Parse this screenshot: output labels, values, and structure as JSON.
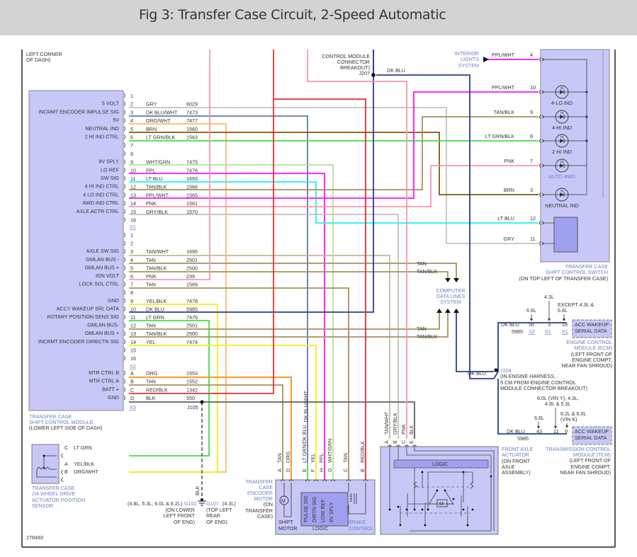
{
  "title": "Fig 3: Transfer Case Circuit, 2-Speed Automatic",
  "figure_number": "278483",
  "notes": {
    "top_left": [
      "LEFT CORNER",
      "OF DASH)"
    ],
    "j207": [
      "CONTROL MODULE",
      "CONNECTOR",
      "BREAKOUT)",
      "J207"
    ],
    "j207_wire": "DK BLU",
    "interior_lights": [
      "INTERIOR",
      "LIGHTS",
      "SYSTEM"
    ]
  },
  "shift_module": {
    "name": [
      "TRANSFER CASE",
      "SHIFT CONTROL MODULE",
      "(LOWER LEFT SIDE OF DASH)"
    ],
    "x1_pins": [
      {
        "pin": "1",
        "color": "",
        "circuit": "",
        "func": ""
      },
      {
        "pin": "2",
        "color": "GRY",
        "circuit": "6029",
        "func": "5 VOLT"
      },
      {
        "pin": "3",
        "color": "DK BLU/WHT",
        "circuit": "7473",
        "func": "INCRMT ENCODER IMPULSE SIG"
      },
      {
        "pin": "4",
        "color": "ORG/WHT",
        "circuit": "7477",
        "func": "5V"
      },
      {
        "pin": "5",
        "color": "BRN",
        "circuit": "1560",
        "func": "NEUTRAL IND"
      },
      {
        "pin": "6",
        "color": "LT GRN/BLK",
        "circuit": "1563",
        "func": "2 HI IND CTRL"
      },
      {
        "pin": "7",
        "color": "",
        "circuit": "",
        "func": ""
      },
      {
        "pin": "8",
        "color": "",
        "circuit": "",
        "func": ""
      },
      {
        "pin": "9",
        "color": "WHT/GRN",
        "circuit": "7475",
        "func": "8V SPLY"
      },
      {
        "pin": "10",
        "color": "PPL",
        "circuit": "7476",
        "func": "LO REF"
      },
      {
        "pin": "11",
        "color": "LT BLU",
        "circuit": "1693",
        "func": "SW SIG"
      },
      {
        "pin": "12",
        "color": "TAN/BLK",
        "circuit": "1566",
        "func": "4 HI IND CTRL"
      },
      {
        "pin": "13",
        "color": "PPL/WHT",
        "circuit": "1565",
        "func": "4 LO IND CTRL"
      },
      {
        "pin": "14",
        "color": "PNK",
        "circuit": "1561",
        "func": "AWD IND CTRL"
      },
      {
        "pin": "15",
        "color": "GRY/BLK",
        "circuit": "1570",
        "func": "AXLE ACTR CTRL"
      },
      {
        "pin": "16",
        "color": "",
        "circuit": "",
        "func": ""
      }
    ],
    "x1_label": "X1",
    "x2_pins": [
      {
        "pin": "1",
        "color": "",
        "circuit": "",
        "func": ""
      },
      {
        "pin": "2",
        "color": "",
        "circuit": "",
        "func": ""
      },
      {
        "pin": "3",
        "color": "TAN/WHT",
        "circuit": "1695",
        "func": "AXLE SW SIG"
      },
      {
        "pin": "4",
        "color": "TAN",
        "circuit": "2501",
        "func": "GMLAN BUS -"
      },
      {
        "pin": "5",
        "color": "TAN/BLK",
        "circuit": "2500",
        "func": "GMLAN BUS +"
      },
      {
        "pin": "6",
        "color": "PNK",
        "circuit": "239",
        "func": "IGN VOLT"
      },
      {
        "pin": "7",
        "color": "TAN",
        "circuit": "1569",
        "func": "LOCK SOL CTRL"
      },
      {
        "pin": "8",
        "color": "",
        "circuit": "",
        "func": ""
      },
      {
        "pin": "9",
        "color": "YEL/BLK",
        "circuit": "7478",
        "func": "GND"
      },
      {
        "pin": "10",
        "color": "DK BLU",
        "circuit": "5985",
        "func": "ACCY WAKEUP SRL DATA"
      },
      {
        "pin": "11",
        "color": "LT GRN",
        "circuit": "7479",
        "func": "ROTARY POSITION SENS SIG"
      },
      {
        "pin": "12",
        "color": "TAN",
        "circuit": "2501",
        "func": "GMLAN BUS-"
      },
      {
        "pin": "13",
        "color": "TAN/BLK",
        "circuit": "2500",
        "func": "GMLAN BUS +"
      },
      {
        "pin": "14",
        "color": "YEL",
        "circuit": "7474",
        "func": "INCRMT ENCODER DIRECTN SIG"
      },
      {
        "pin": "15",
        "color": "",
        "circuit": "",
        "func": ""
      },
      {
        "pin": "16",
        "color": "",
        "circuit": "",
        "func": ""
      }
    ],
    "x2_label": "X2",
    "x3_pins": [
      {
        "pin": "A",
        "color": "ORG",
        "circuit": "1553",
        "func": "MTR CTRL B"
      },
      {
        "pin": "B",
        "color": "TAN",
        "circuit": "1552",
        "func": "MTR CTRL A"
      },
      {
        "pin": "C",
        "color": "RED/BLK",
        "circuit": "1342",
        "func": "BATT +"
      },
      {
        "pin": "D",
        "color": "BLK",
        "circuit": "550",
        "func": "GND"
      }
    ],
    "x3_label": "X3",
    "j105": "J105"
  },
  "shift_switch": {
    "name": [
      "TRANSFER CASE",
      "SHIFT CONTROL SWITCH",
      "(ON TOP LEFT OF TRANSFER CASE)"
    ],
    "pins": [
      {
        "pin": "4",
        "color": "PPL/WHT",
        "label": ""
      },
      {
        "pin": "10",
        "color": "PPL/WHT",
        "label": "4-LO IND"
      },
      {
        "pin": "9",
        "color": "TAN/BLK",
        "label": "4-HI IND"
      },
      {
        "pin": "8",
        "color": "LT GRN/BLK",
        "label": "2-HI IND"
      },
      {
        "pin": "7",
        "color": "PNK",
        "label": "AUTO 4WD"
      },
      {
        "pin": "3",
        "color": "BRN",
        "label": "NEUTRAL IND"
      },
      {
        "pin": "12",
        "color": "LT BLU",
        "label": ""
      },
      {
        "pin": "11",
        "color": "GRY",
        "label": ""
      }
    ]
  },
  "data_lines": {
    "name": [
      "COMPUTER",
      "DATA LINES",
      "SYSTEM"
    ],
    "wires": [
      "TAN",
      "TAN/BLK",
      "TAN",
      "TAN/BLK"
    ]
  },
  "ecm": {
    "box": [
      "ACC WAKEUP",
      "SERIAL DATA"
    ],
    "name": [
      "ENGINE CONTROL",
      "MODULE (ECM)",
      "(LEFT FRONT OF",
      "ENGINE COMPT,",
      "NEAR FAN SHROUD)"
    ],
    "wire": "DK BLU",
    "circuit": "5985",
    "variants": [
      {
        "engine": "6.6L",
        "pin": "56",
        "conn": "X2"
      },
      {
        "engine": "4.3L",
        "pin": "3",
        "conn": "X1"
      },
      {
        "engine": "EXCEPT 4.3L & 6.6L",
        "pin": "18",
        "conn": "X1"
      }
    ]
  },
  "j104": {
    "label": "J104",
    "note": [
      "(IN ENGINE HARNESS,",
      "5 CM FROM ENGINE CONTROL",
      "MODULE CONNECTOR BREAKOUT)"
    ],
    "wire": "DK BLU"
  },
  "tcm": {
    "box": [
      "ACC WAKEUP",
      "SERIAL DATA"
    ],
    "name": [
      "TRANSMISSION CONTROL",
      "MODULE (TCM)",
      "(LEFT FRONT OF",
      "ENGINE COMPT,",
      "NEAR FAN SHROUD)"
    ],
    "wire": "DK BLU",
    "circuit": "5985",
    "variants": [
      {
        "engine": "6.6L",
        "pin": "43"
      },
      {
        "engine": "6.0L (VIN Y), 4.3L, 4.8L & 5.3L",
        "pin": "11"
      },
      {
        "engine": "6.2L & 6.0L (VIN K)",
        "pin": "9"
      }
    ]
  },
  "position_sensor": {
    "name": [
      "TRANSFER CASE",
      "2/4 WHEEL DRIVE",
      "ACTUATOR POSITION",
      "SENSOR"
    ],
    "pins": [
      {
        "pin": "C",
        "color": "LT GRN"
      },
      {
        "pin": "A",
        "color": "YEL/BLK"
      },
      {
        "pin": "B",
        "color": "ORG/WHT"
      }
    ]
  },
  "grounds": {
    "wire": "BLK",
    "g102": "G102",
    "g102_note": [
      "(4.8L, 5.3L, 6.0L & 6.2L)",
      "(ON LOWER",
      "LEFT FRONT",
      "OF ENG)"
    ],
    "g107": "G107",
    "g107_note": [
      "(4.3L)",
      "(TOP LEFT",
      "REAR",
      "OF ENG)"
    ]
  },
  "encoder_motor": {
    "name": [
      "TRANSFER",
      "CASE",
      "ENCODER",
      "MOTOR",
      "(ON",
      "TRANSFER",
      "CASE)"
    ],
    "pins": [
      {
        "pin": "A",
        "color": "TAN"
      },
      {
        "pin": "D",
        "color": "ORG"
      },
      {
        "pin": "E",
        "color": "LT GRN/DK BLU"
      },
      {
        "pin": "F",
        "color": "YEL"
      },
      {
        "pin": "H",
        "color": "PPL"
      },
      {
        "pin": "G",
        "color": "WHT/GRN"
      },
      {
        "pin": "C",
        "color": "TAN"
      },
      {
        "pin": "B",
        "color": "RED/BLK"
      }
    ],
    "upstream_wire": "DK BLU/WHT",
    "logic_signals": [
      "PULSE SIG",
      "DIRTN SIG",
      "LOW REF",
      "8V SPLY"
    ],
    "labels": {
      "shift": [
        "SHIFT",
        "MOTOR"
      ],
      "logic": "LOGIC",
      "brake": [
        "BRAKE",
        "CONTROL"
      ]
    }
  },
  "front_axle": {
    "name": [
      "FRONT AXLE",
      "ACTUATOR",
      "(ON FRONT",
      "AXLE",
      "ASSEMBLY)"
    ],
    "pins": [
      {
        "pin": "A",
        "color": "TAN/WHT"
      },
      {
        "pin": "B",
        "color": "GRY/BLK"
      },
      {
        "pin": "C",
        "color": "PNK"
      },
      {
        "pin": "E",
        "color": "BLK"
      }
    ],
    "logic": "LOGIC"
  },
  "colors": {
    "module_fill": "#c8c8f8",
    "inner_fill": "#a0a0f0",
    "label_blue": "#6b7fc0",
    "gry": "#c0c0c0",
    "dkblu": "#2a3f8f",
    "org": "#ff9a3c",
    "orgwht": "#ffb870",
    "brn": "#7a5a10",
    "ltgrn": "#40e040",
    "whtgrn": "#b8dca8",
    "ppl": "#ff10ff",
    "ltblu": "#20f0f0",
    "tan": "#a89060",
    "tanlt": "#c8b898",
    "pnk": "#f898b0",
    "red": "#e83030",
    "yel": "#f0f020",
    "blk": "#606060"
  }
}
